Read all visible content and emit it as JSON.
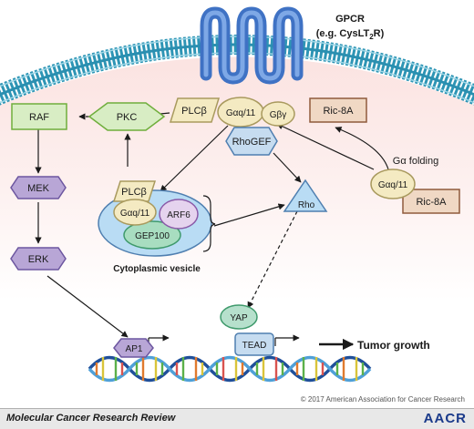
{
  "receptor": {
    "name": "GPCR",
    "example_prefix": "(e.g. CysLT",
    "example_sub": "2",
    "example_suffix": "R)"
  },
  "nodes": {
    "raf": "RAF",
    "pkc": "PKC",
    "mek": "MEK",
    "erk": "ERK",
    "plcb_membrane": "PLCβ",
    "gaq_membrane": "Gαq/11",
    "gby": "Gβγ",
    "rhogef": "RhoGEF",
    "ric8a_membrane": "Ric-8A",
    "galpha_folding": "Gα folding",
    "gaq_free": "Gαq/11",
    "ric8a_free": "Ric-8A",
    "plcb_vesicle": "PLCβ",
    "gaq_vesicle": "Gαq/11",
    "arf6": "ARF6",
    "gep100": "GEP100",
    "vesicle_label": "Cytoplasmic vesicle",
    "rho": "Rho",
    "yap": "YAP",
    "ap1": "AP1",
    "tead": "TEAD",
    "tumor_growth": "Tumor growth"
  },
  "copyright": "© 2017 American Association for Cancer Research",
  "footer": {
    "journal": "Molecular Cancer Research Review",
    "logo": "AACR"
  },
  "colors": {
    "membrane": "#3aa6c4",
    "cytoplasm_top": "#fbe3e1",
    "green_box": "#d8edc4",
    "green_border": "#6fae3c",
    "purple": "#b8a6d6",
    "purple_border": "#6c56a0",
    "yellow": "#f4eac2",
    "yellow_border": "#a99a5e",
    "blue": "#c6dcf0",
    "blue_border": "#4f7fb0",
    "tan": "#f0d8c4",
    "tan_border": "#8f5a3c",
    "vesicle": "#b9dcf4",
    "gep100": "#a8ddc0",
    "rho": "#b9dcf4",
    "yap": "#b6e0cc"
  }
}
